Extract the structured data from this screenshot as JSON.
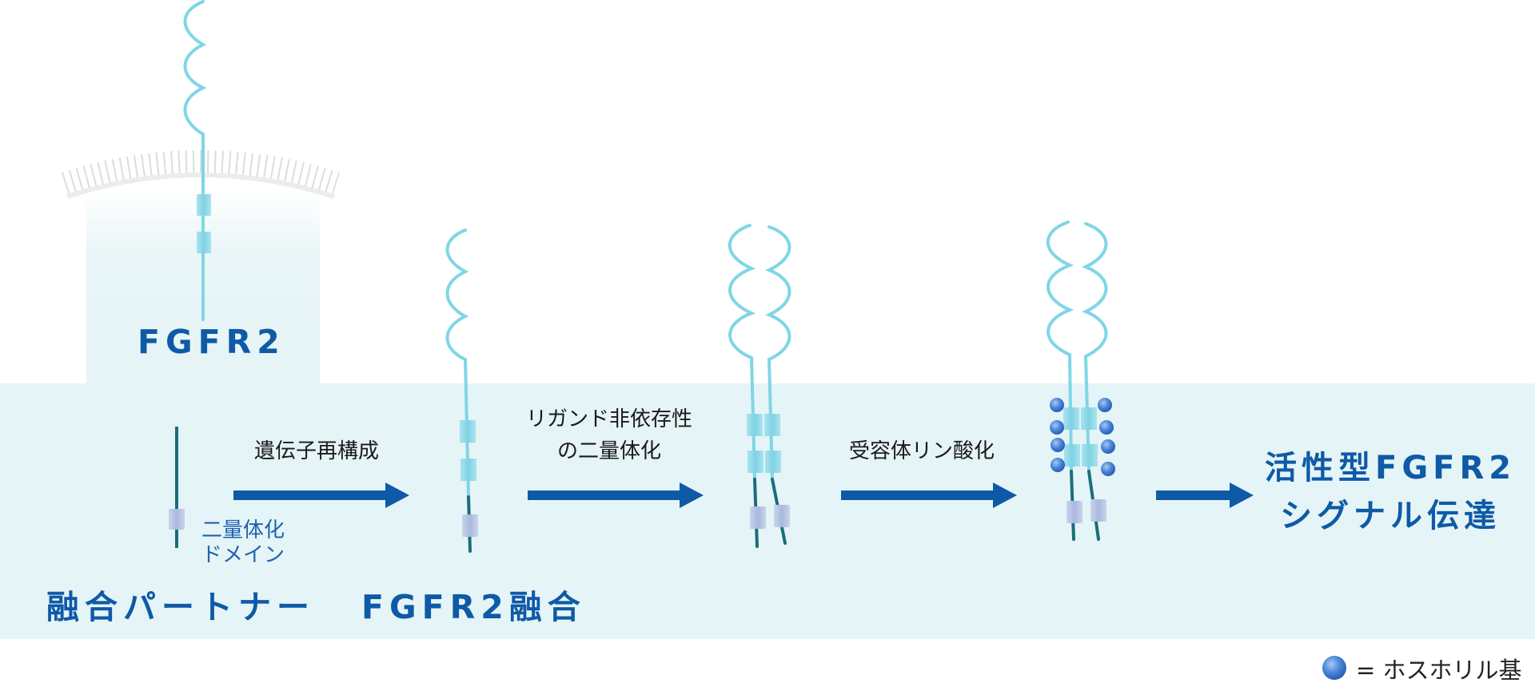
{
  "labels": {
    "fgfr2": "FGFR2",
    "partner": "融合パートナー",
    "fusion": "FGFR2融合",
    "dimer_domain_1": "二量体化",
    "dimer_domain_2": "ドメイン",
    "step1": "遺伝子再構成",
    "step2_line1": "リガンド非依存性",
    "step2_line2": "の二量体化",
    "step3": "受容体リン酸化",
    "result_line1": "活性型FGFR2",
    "result_line2": "シグナル伝達"
  },
  "legend": {
    "symbol": "= ホスホリル基",
    "icon": "phosphoryl-sphere-icon"
  },
  "colors": {
    "background_band": "#e5f4f6",
    "membrane_cell": "#e5f4f6",
    "receptor_light": "#7fd6e6",
    "receptor_dark": "#1a6e7a",
    "dimer_box": "#b9c6e3",
    "arrow": "#0e5aa7",
    "title": "#0e5aa7",
    "phospho": "#3a7bd5"
  }
}
